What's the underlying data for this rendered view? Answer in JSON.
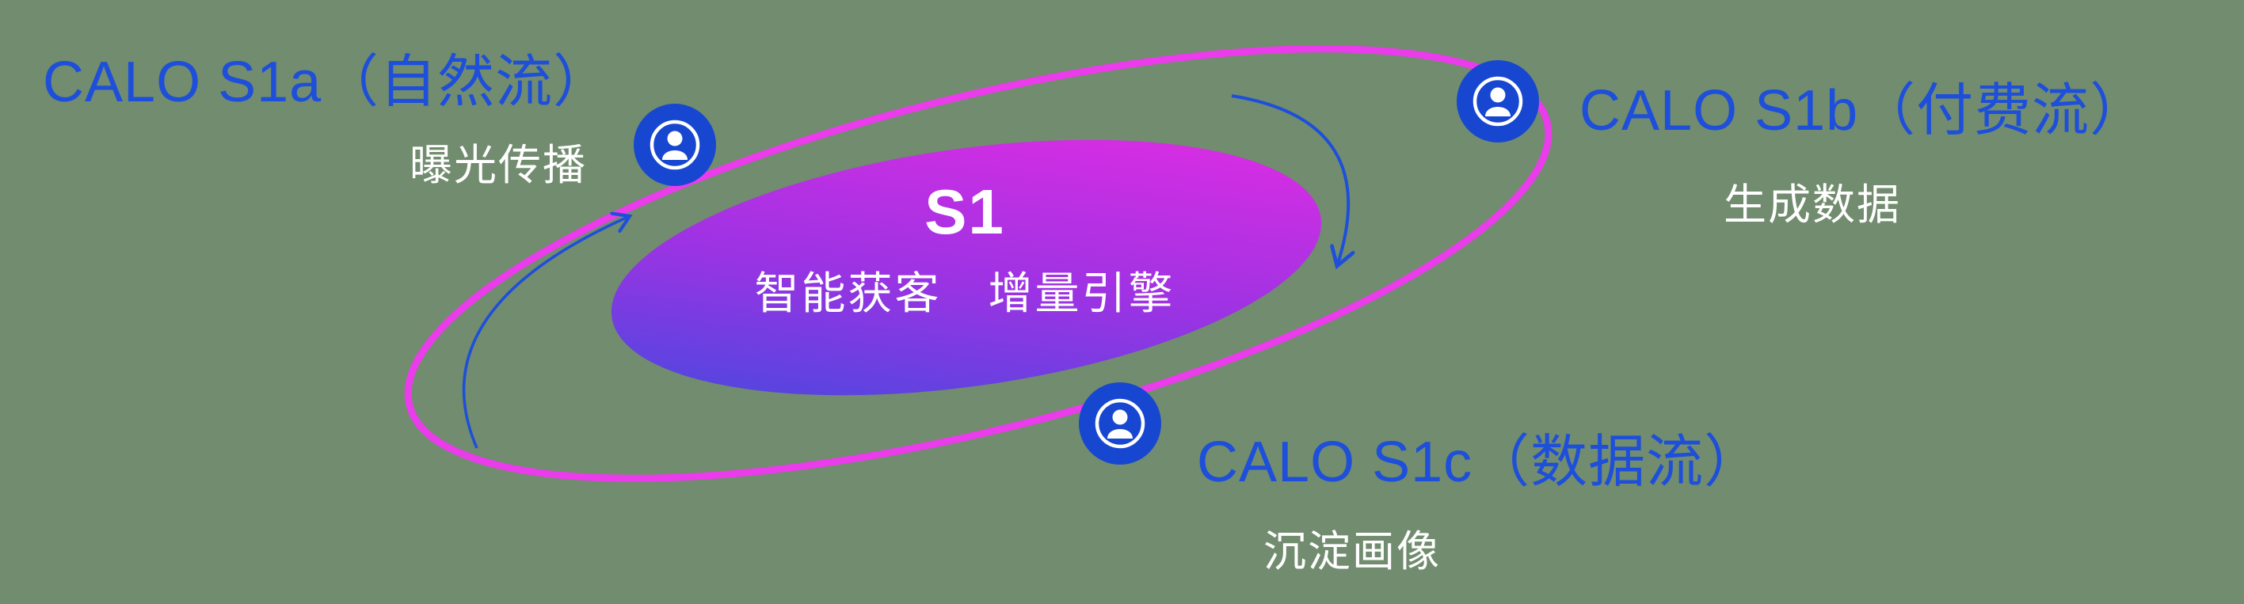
{
  "diagram": {
    "core": {
      "title": "S1",
      "subtitle": "智能获客　增量引擎"
    },
    "nodes": [
      {
        "id": "s1a",
        "label": "CALO S1a（自然流）",
        "sublabel": "曝光传播"
      },
      {
        "id": "s1b",
        "label": "CALO S1b（付费流）",
        "sublabel": "生成数据"
      },
      {
        "id": "s1c",
        "label": "CALO S1c（数据流）",
        "sublabel": "沉淀画像"
      }
    ]
  },
  "colors": {
    "background": "#718c6e",
    "label_blue": "#1d4fdb",
    "ring_pink": "#ea3cea",
    "icon_blue": "#1747d1",
    "arrow_blue": "#1d4fdb",
    "gradient_start": "#4549df",
    "gradient_mid": "#9c33e3",
    "gradient_end": "#d92de3",
    "text_white": "#ffffff"
  }
}
